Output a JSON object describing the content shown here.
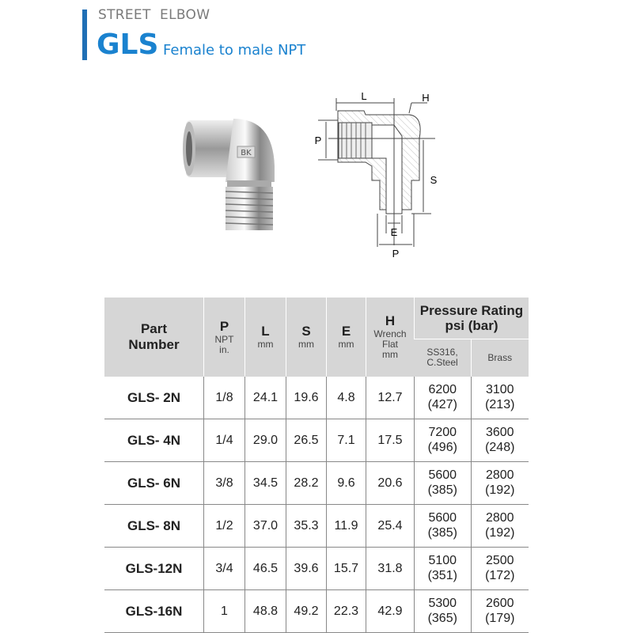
{
  "header": {
    "category": "STREET  ELBOW",
    "code": "GLS",
    "description": "Female to male NPT"
  },
  "photo": {
    "logo": "BK"
  },
  "diagram": {
    "labels": {
      "L": "L",
      "H": "H",
      "P_left": "P",
      "S": "S",
      "E": "E",
      "P_bottom": "P"
    }
  },
  "table": {
    "headers": {
      "part": [
        "Part",
        "Number"
      ],
      "p": {
        "main": "P",
        "sub1": "NPT",
        "sub2": "in."
      },
      "l": {
        "main": "L",
        "sub": "mm"
      },
      "s": {
        "main": "S",
        "sub": "mm"
      },
      "e": {
        "main": "E",
        "sub": "mm"
      },
      "h": {
        "main": "H",
        "sub1": "Wrench",
        "sub2": "Flat",
        "sub3": "mm"
      },
      "pressure": {
        "line1": "Pressure Rating",
        "line2": "psi (bar)",
        "ss": [
          "SS316,",
          "C.Steel"
        ],
        "brass": "Brass"
      }
    },
    "rows": [
      {
        "part": "GLS- 2N",
        "p": "1/8",
        "l": "24.1",
        "s": "19.6",
        "e": "4.8",
        "h": "12.7",
        "ss_psi": "6200",
        "ss_bar": "(427)",
        "br_psi": "3100",
        "br_bar": "(213)"
      },
      {
        "part": "GLS- 4N",
        "p": "1/4",
        "l": "29.0",
        "s": "26.5",
        "e": "7.1",
        "h": "17.5",
        "ss_psi": "7200",
        "ss_bar": "(496)",
        "br_psi": "3600",
        "br_bar": "(248)"
      },
      {
        "part": "GLS- 6N",
        "p": "3/8",
        "l": "34.5",
        "s": "28.2",
        "e": "9.6",
        "h": "20.6",
        "ss_psi": "5600",
        "ss_bar": "(385)",
        "br_psi": "2800",
        "br_bar": "(192)"
      },
      {
        "part": "GLS- 8N",
        "p": "1/2",
        "l": "37.0",
        "s": "35.3",
        "e": "11.9",
        "h": "25.4",
        "ss_psi": "5600",
        "ss_bar": "(385)",
        "br_psi": "2800",
        "br_bar": "(192)"
      },
      {
        "part": "GLS-12N",
        "p": "3/4",
        "l": "46.5",
        "s": "39.6",
        "e": "15.7",
        "h": "31.8",
        "ss_psi": "5100",
        "ss_bar": "(351)",
        "br_psi": "2500",
        "br_bar": "(172)"
      },
      {
        "part": "GLS-16N",
        "p": "1",
        "l": "48.8",
        "s": "49.2",
        "e": "22.3",
        "h": "42.9",
        "ss_psi": "5300",
        "ss_bar": "(365)",
        "br_psi": "2600",
        "br_bar": "(179)"
      }
    ]
  }
}
